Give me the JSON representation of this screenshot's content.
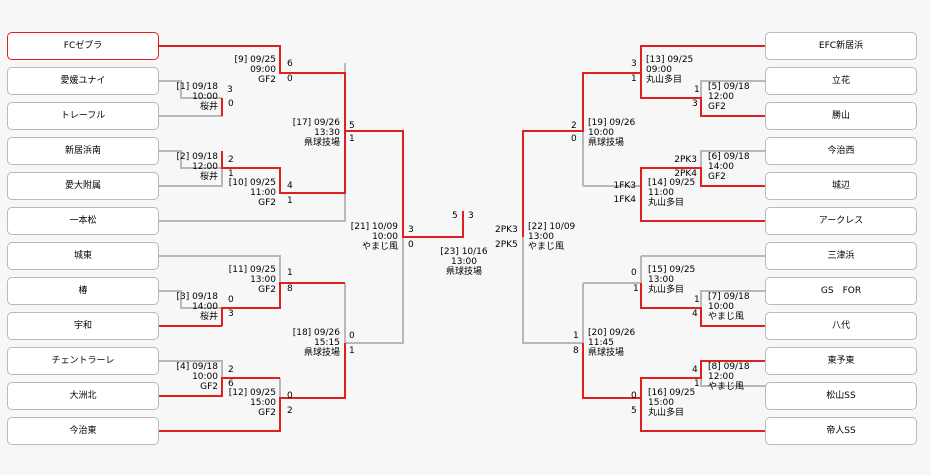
{
  "left_teams": [
    "FCゼブラ",
    "愛媛ユナイ",
    "トレーフル",
    "新居浜南",
    "愛大附属",
    "一本松",
    "城東",
    "椿",
    "宇和",
    "チェントラーレ",
    "大洲北",
    "今治東"
  ],
  "right_teams": [
    "EFC新居浜",
    "立花",
    "勝山",
    "今治西",
    "城辺",
    "アークレス",
    "三津浜",
    "GS　FOR",
    "八代",
    "東予東",
    "松山SS",
    "帝人SS"
  ],
  "matches": {
    "m1": {
      "no": "[1] 09/18",
      "time": "10:00",
      "venue": "桜井",
      "s1": "3",
      "s2": "0"
    },
    "m2": {
      "no": "[2] 09/18",
      "time": "12:00",
      "venue": "桜井",
      "s1": "2",
      "s2": "1"
    },
    "m3": {
      "no": "[3] 09/18",
      "time": "14:00",
      "venue": "桜井",
      "s1": "0",
      "s2": "3"
    },
    "m4": {
      "no": "[4] 09/18",
      "time": "10:00",
      "venue": "GF2",
      "s1": "2",
      "s2": "6"
    },
    "m5": {
      "no": "[5] 09/18",
      "time": "12:00",
      "venue": "GF2",
      "s1": "1",
      "s2": "3"
    },
    "m6": {
      "no": "[6] 09/18",
      "time": "14:00",
      "venue": "GF2",
      "s1": "2PK3",
      "s2": "2PK4"
    },
    "m7": {
      "no": "[7] 09/18",
      "time": "10:00",
      "venue": "やまじ風",
      "s1": "1",
      "s2": "4"
    },
    "m8": {
      "no": "[8] 09/18",
      "time": "12:00",
      "venue": "やまじ風",
      "s1": "4",
      "s2": "1"
    },
    "m9": {
      "no": "[9] 09/25",
      "time": "09:00",
      "venue": "GF2",
      "s1": "6",
      "s2": "0"
    },
    "m10": {
      "no": "[10] 09/25",
      "time": "11:00",
      "venue": "GF2",
      "s1": "4",
      "s2": "1"
    },
    "m11": {
      "no": "[11] 09/25",
      "time": "13:00",
      "venue": "GF2",
      "s1": "1",
      "s2": "8"
    },
    "m12": {
      "no": "[12] 09/25",
      "time": "15:00",
      "venue": "GF2",
      "s1": "0",
      "s2": "2"
    },
    "m13": {
      "no": "[13] 09/25",
      "time": "09:00",
      "venue": "丸山多目",
      "s1": "3",
      "s2": "1"
    },
    "m14": {
      "no": "[14] 09/25",
      "time": "11:00",
      "venue": "丸山多目",
      "s1": "1FK3",
      "s2": "1FK4"
    },
    "m15": {
      "no": "[15] 09/25",
      "time": "13:00",
      "venue": "丸山多目",
      "s1": "0",
      "s2": "1"
    },
    "m16": {
      "no": "[16] 09/25",
      "time": "15:00",
      "venue": "丸山多目",
      "s1": "0",
      "s2": "5"
    },
    "m17": {
      "no": "[17] 09/26",
      "time": "13:30",
      "venue": "県球技場",
      "s1": "5",
      "s2": "1"
    },
    "m18": {
      "no": "[18] 09/26",
      "time": "15:15",
      "venue": "県球技場",
      "s1": "0",
      "s2": "1"
    },
    "m19": {
      "no": "[19] 09/26",
      "time": "10:00",
      "venue": "県球技場",
      "s1": "2",
      "s2": "0"
    },
    "m20": {
      "no": "[20] 09/26",
      "time": "11:45",
      "venue": "県球技場",
      "s1": "1",
      "s2": "8"
    },
    "m21": {
      "no": "[21] 10/09",
      "time": "10:00",
      "venue": "やまじ風",
      "s1": "3",
      "s2": "0"
    },
    "m22": {
      "no": "[22] 10/09",
      "time": "13:00",
      "venue": "やまじ風",
      "s1": "2PK3",
      "s2": "2PK5"
    },
    "m23": {
      "no": "[23] 10/16",
      "time": "13:00",
      "venue": "県球技場",
      "s1": "5",
      "s2": "3"
    }
  }
}
